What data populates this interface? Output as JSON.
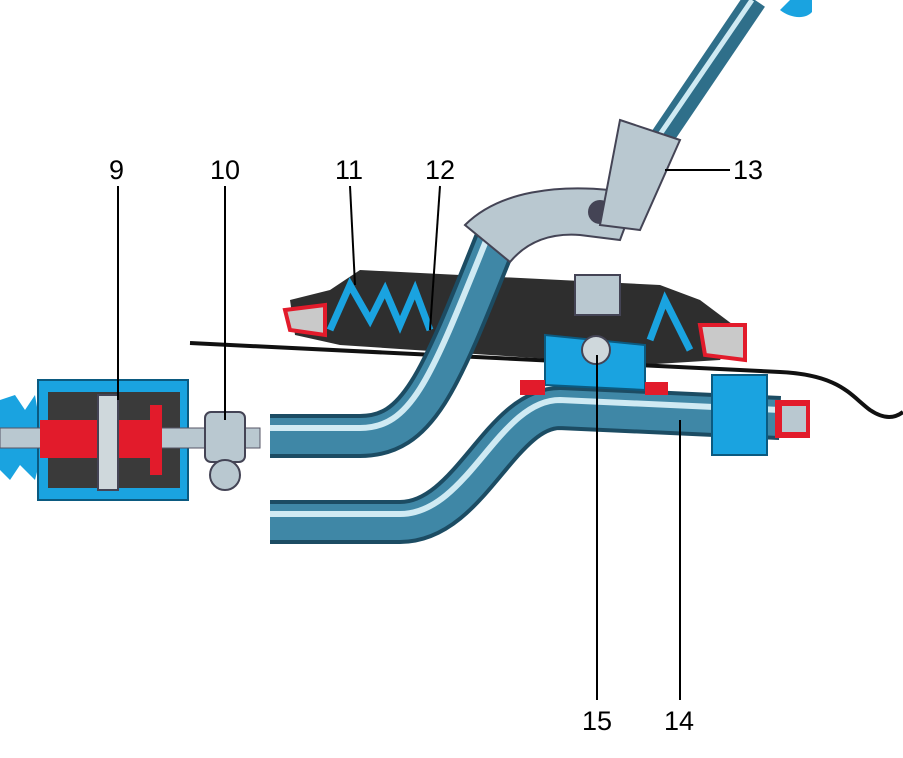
{
  "diagram": {
    "labels": {
      "l9": "9",
      "l10": "10",
      "l11": "11",
      "l12": "12",
      "l13": "13",
      "l14": "14",
      "l15": "15"
    },
    "colors": {
      "rod": "#2f7190",
      "rod_highlight": "#bfe3ef",
      "blue_part": "#1aa3e0",
      "red_part": "#e21b2b",
      "boot": "#3a3a3a",
      "metal": "#b9c8d0"
    }
  }
}
